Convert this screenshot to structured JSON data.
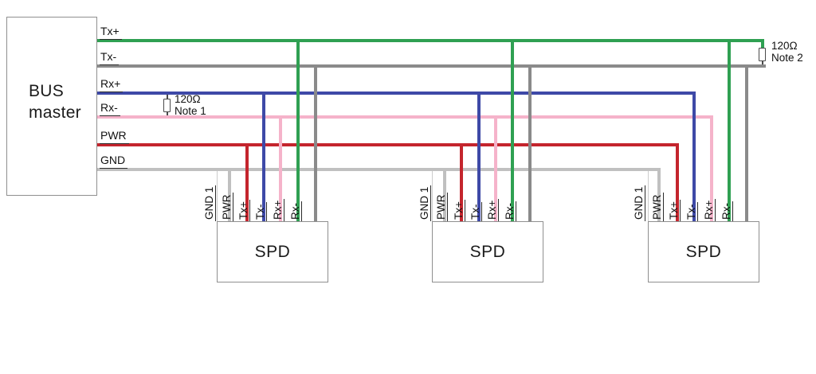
{
  "diagram": {
    "title_box": {
      "line1": "BUS",
      "line2": "master"
    },
    "spd_label": "SPD",
    "spd_count": 3,
    "bus_lines": [
      {
        "label": "Tx+",
        "color": "#2fa052"
      },
      {
        "label": "Tx-",
        "color": "#8a8a8a"
      },
      {
        "label": "Rx+",
        "color": "#3e49a7"
      },
      {
        "label": "Rx-",
        "color": "#f5b3ca"
      },
      {
        "label": "PWR",
        "color": "#c4252d"
      },
      {
        "label": "GND",
        "color": "#c0c0c0"
      }
    ],
    "drop_labels": [
      {
        "label": "GND 1",
        "connects_to": "GND"
      },
      {
        "label": "PWR",
        "connects_to": "PWR"
      },
      {
        "label": "Tx+",
        "connects_to": "Rx+"
      },
      {
        "label": "Tx-",
        "connects_to": "Rx-"
      },
      {
        "label": "Rx+",
        "connects_to": "Tx+"
      },
      {
        "label": "Rx-",
        "connects_to": "Tx-"
      }
    ],
    "termination_notes": [
      {
        "value": "120Ω",
        "note": "Note 1",
        "between": "Rx+/Rx-"
      },
      {
        "value": "120Ω",
        "note": "Note 2",
        "between": "Tx+/Tx-"
      }
    ]
  }
}
